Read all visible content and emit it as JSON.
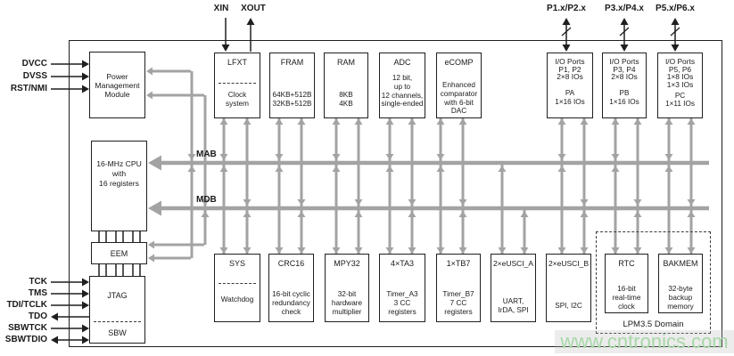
{
  "pins": {
    "dvcc": "DVCC",
    "dvss": "DVSS",
    "rst_nmi": "RST/NMI",
    "tck": "TCK",
    "tms": "TMS",
    "tdi_tclk": "TDI/TCLK",
    "tdo": "TDO",
    "sbwtck": "SBWTCK",
    "sbwtdio": "SBWTDIO",
    "xin": "XIN",
    "xout": "XOUT",
    "p12": "P1.x/P2.x",
    "p34": "P3.x/P4.x",
    "p56": "P5.x/P6.x"
  },
  "buses": {
    "mab": "MAB",
    "mdb": "MDB"
  },
  "blocks": {
    "pmm": "Power\nManagement\nModule",
    "cpu": "16-MHz CPU\nwith\n16 registers",
    "eem": "EEM",
    "jtag": {
      "title": "JTAG",
      "sub": "SBW"
    },
    "lfxt": {
      "title": "LFXT",
      "body": "Clock\nsystem"
    },
    "fram": {
      "title": "FRAM",
      "body": "64KB+512B\n32KB+512B"
    },
    "ram": {
      "title": "RAM",
      "body": "8KB\n4KB"
    },
    "adc": {
      "title": "ADC",
      "body": "12 bit,\nup to\n12 channels,\nsingle-ended"
    },
    "ecomp": {
      "title": "eCOMP",
      "body": "Enhanced\ncomparator\nwith 6-bit\nDAC"
    },
    "io12": {
      "title": "I/O Ports\nP1, P2\n2×8 IOs",
      "body": "PA\n1×16 IOs"
    },
    "io34": {
      "title": "I/O Ports\nP3, P4\n2×8 IOs",
      "body": "PB\n1×16 IOs"
    },
    "io56": {
      "title": "I/O Ports\nP5, P6\n1×8 IOs\n1×3 IOs",
      "body": "PC\n1×11 IOs"
    },
    "sys": {
      "title": "SYS",
      "body": "Watchdog"
    },
    "crc": {
      "title": "CRC16",
      "body": "16-bit cyclic\nredundancy\ncheck"
    },
    "mpy": {
      "title": "MPY32",
      "body": "32-bit\nhardware\nmultiplier"
    },
    "ta3": {
      "title": "4×TA3",
      "body": "Timer_A3\n3 CC\nregisters"
    },
    "tb7": {
      "title": "1×TB7",
      "body": "Timer_B7\n7 CC\nregisters"
    },
    "uscia": {
      "title": "2×eUSCI_A",
      "body": "UART,\nIrDA, SPI"
    },
    "uscib": {
      "title": "2×eUSCI_B",
      "body": "SPI, I2C"
    },
    "rtc": {
      "title": "RTC",
      "body": "16-bit\nreal-time\nclock"
    },
    "bakmem": {
      "title": "BAKMEM",
      "body": "32-byte\nbackup\nmemory"
    }
  },
  "domain_label": "LPM3.5 Domain",
  "watermark": "www.cntronics.com",
  "colors": {
    "connector_gray": "#a3a3a3",
    "line_black": "#1f1f1f",
    "watermark_green": "#a8d7a8"
  }
}
